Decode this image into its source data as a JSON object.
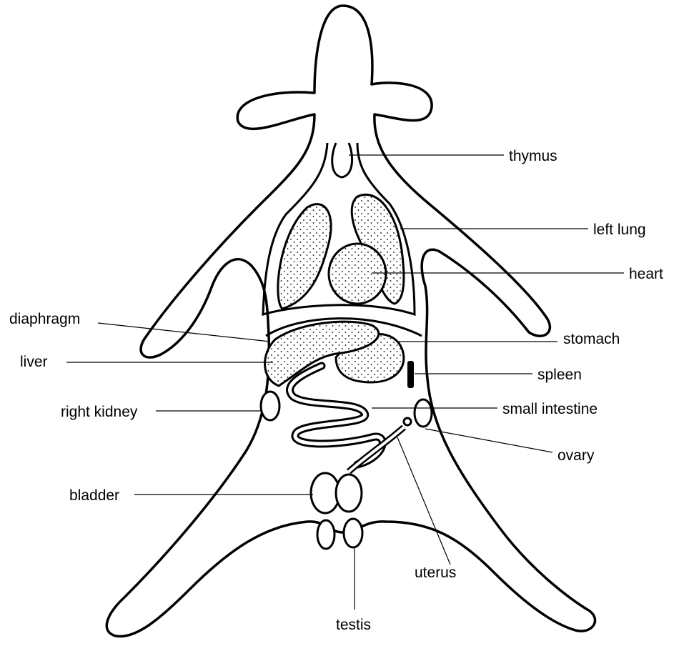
{
  "diagram": {
    "labels": {
      "thymus": "thymus",
      "left_lung": "left lung",
      "heart": "heart",
      "diaphragm": "diaphragm",
      "stomach": "stomach",
      "liver": "liver",
      "spleen": "spleen",
      "right_kidney": "right kidney",
      "small_intestine": "small intestine",
      "ovary": "ovary",
      "bladder": "bladder",
      "uterus": "uterus",
      "testis": "testis"
    }
  }
}
